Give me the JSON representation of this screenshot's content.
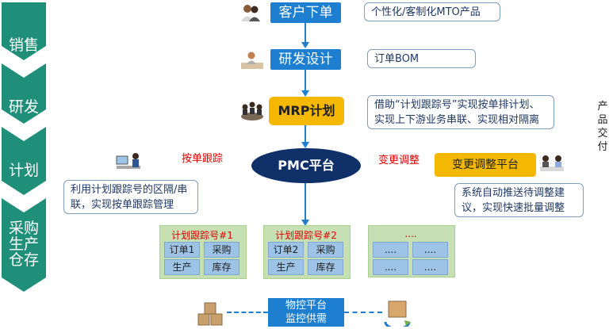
{
  "stages": [
    "销售",
    "研发",
    "计划",
    "采购\n生产\n仓存"
  ],
  "flow": {
    "customer_order": "客户下单",
    "rd_design": "研发设计",
    "mrp": "MRP计划",
    "pmc": "PMC平台"
  },
  "notes": {
    "customer_order": "个性化/客制化MTO产品",
    "rd_design": "订单BOM",
    "mrp": "借助“计划跟踪号”实现按单排计划、实现上下游业务串联、实现相对隔离",
    "left_tracking": "利用计划跟踪号的区隔/串联，实现按单跟踪管理",
    "right_change": "系统自动推送待调整建议，实现快速批量调整"
  },
  "labels": {
    "order_tracking": "按单跟踪",
    "change_adjust": "变更调整",
    "change_platform": "变更调整平台",
    "side_text": "产品交付"
  },
  "groups": [
    {
      "title": "计划跟踪号#1",
      "cells": [
        "订单1",
        "采购",
        "生产",
        "库存"
      ]
    },
    {
      "title": "计划跟踪号#2",
      "cells": [
        "订单2",
        "采购",
        "生产",
        "库存"
      ]
    },
    {
      "title": "....",
      "cells": [
        "....",
        "....",
        "....",
        "...."
      ]
    }
  ],
  "bottom": {
    "line1": "物控平台",
    "line2": "监控供需"
  },
  "colors": {
    "stage_green": "#1f8f7a",
    "flow_blue": "#1e7fd0",
    "pmc_navy": "#10306a",
    "mrp_yellow": "#f5b800",
    "group_green": "#c6e0b4",
    "cell_blue": "#9dc3e6",
    "red_text": "#e00000"
  },
  "icons": {
    "customer_order": "two-people-icon",
    "rd_design": "designer-icon",
    "mrp": "meeting-icon",
    "change_platform": "team-meeting-icon",
    "warehouse": "boxes-icon",
    "delivery": "delivery-icon"
  }
}
